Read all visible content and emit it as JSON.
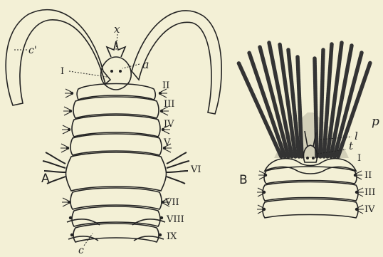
{
  "figure": {
    "background": "#f3f0d6",
    "ink": "#222222",
    "panel_a": {
      "panel_label": "A",
      "labels": {
        "c_prime": "c'",
        "x": "x",
        "a": "a",
        "c": "c"
      },
      "segments": [
        "I",
        "II",
        "III",
        "IV",
        "V",
        "VI",
        "VII",
        "VIII",
        "IX"
      ]
    },
    "panel_b": {
      "panel_label": "B",
      "labels": {
        "p": "p",
        "l": "l",
        "t": "t"
      },
      "segments": [
        "I",
        "II",
        "III",
        "IV"
      ]
    }
  }
}
